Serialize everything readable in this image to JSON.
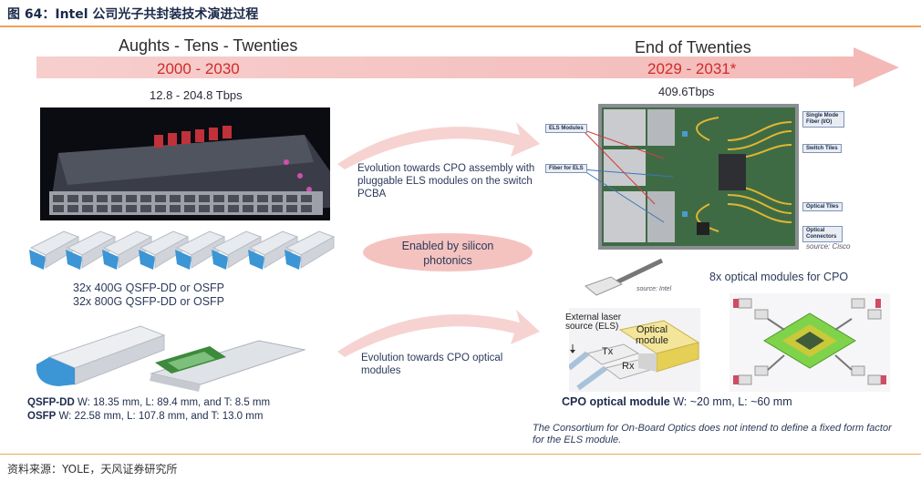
{
  "figure_title": "图 64：Intel 公司光子共封装技术演进过程",
  "left": {
    "era": "Aughts - Tens - Twenties",
    "years": "2000 - 2030",
    "bandwidth": "12.8 - 204.8 Tbps",
    "modules_line1": "32x 400G QSFP-DD or OSFP",
    "modules_line2": "32x 800G QSFP-DD or OSFP",
    "qsfp_name": "QSFP-DD",
    "qsfp_dims": " W: 18.35 mm, L: 89.4 mm, and T: 8.5 mm",
    "osfp_name": "OSFP",
    "osfp_dims": " W: 22.58 mm, L: 107.8 mm, and T: 13.0 mm"
  },
  "middle": {
    "evolution_1": "Evolution towards CPO assembly with pluggable ELS modules on the switch PCBA",
    "enabled": "Enabled by silicon photonics",
    "evolution_2": "Evolution towards CPO optical modules"
  },
  "right": {
    "era": "End of Twenties",
    "years": "2029 - 2031*",
    "bandwidth": "409.6Tbps",
    "board_labels": {
      "els_modules": "ELS Modules",
      "fiber_for_els": "Fiber for ELS",
      "single_mode_fiber": "Single Mode Fiber (I/O)",
      "switch_tiles": "Switch Tiles",
      "optical_tiles": "Optical Tiles",
      "optical_connectors": "Optical Connectors"
    },
    "source_cisco": "source: Cisco",
    "source_intel": "source: Intel",
    "optical_modules_title": "8x optical modules for CPO",
    "external_laser": "External laser source (ELS)",
    "optical_module_label": "Optical module",
    "tx": "Tx",
    "rx": "Rx",
    "cpo_name": "CPO optical module",
    "cpo_dims": " W: ~20 mm, L: ~60 mm",
    "note": "The Consortium for On-Board Optics does not intend to define a fixed form factor for the ELS module."
  },
  "footer": "资料来源：YOLE，天风证券研究所",
  "colors": {
    "rule": "#f0a15a",
    "arrow": "#f2b8b6",
    "red": "#d22b2b",
    "oval": "#f4c3c0"
  }
}
